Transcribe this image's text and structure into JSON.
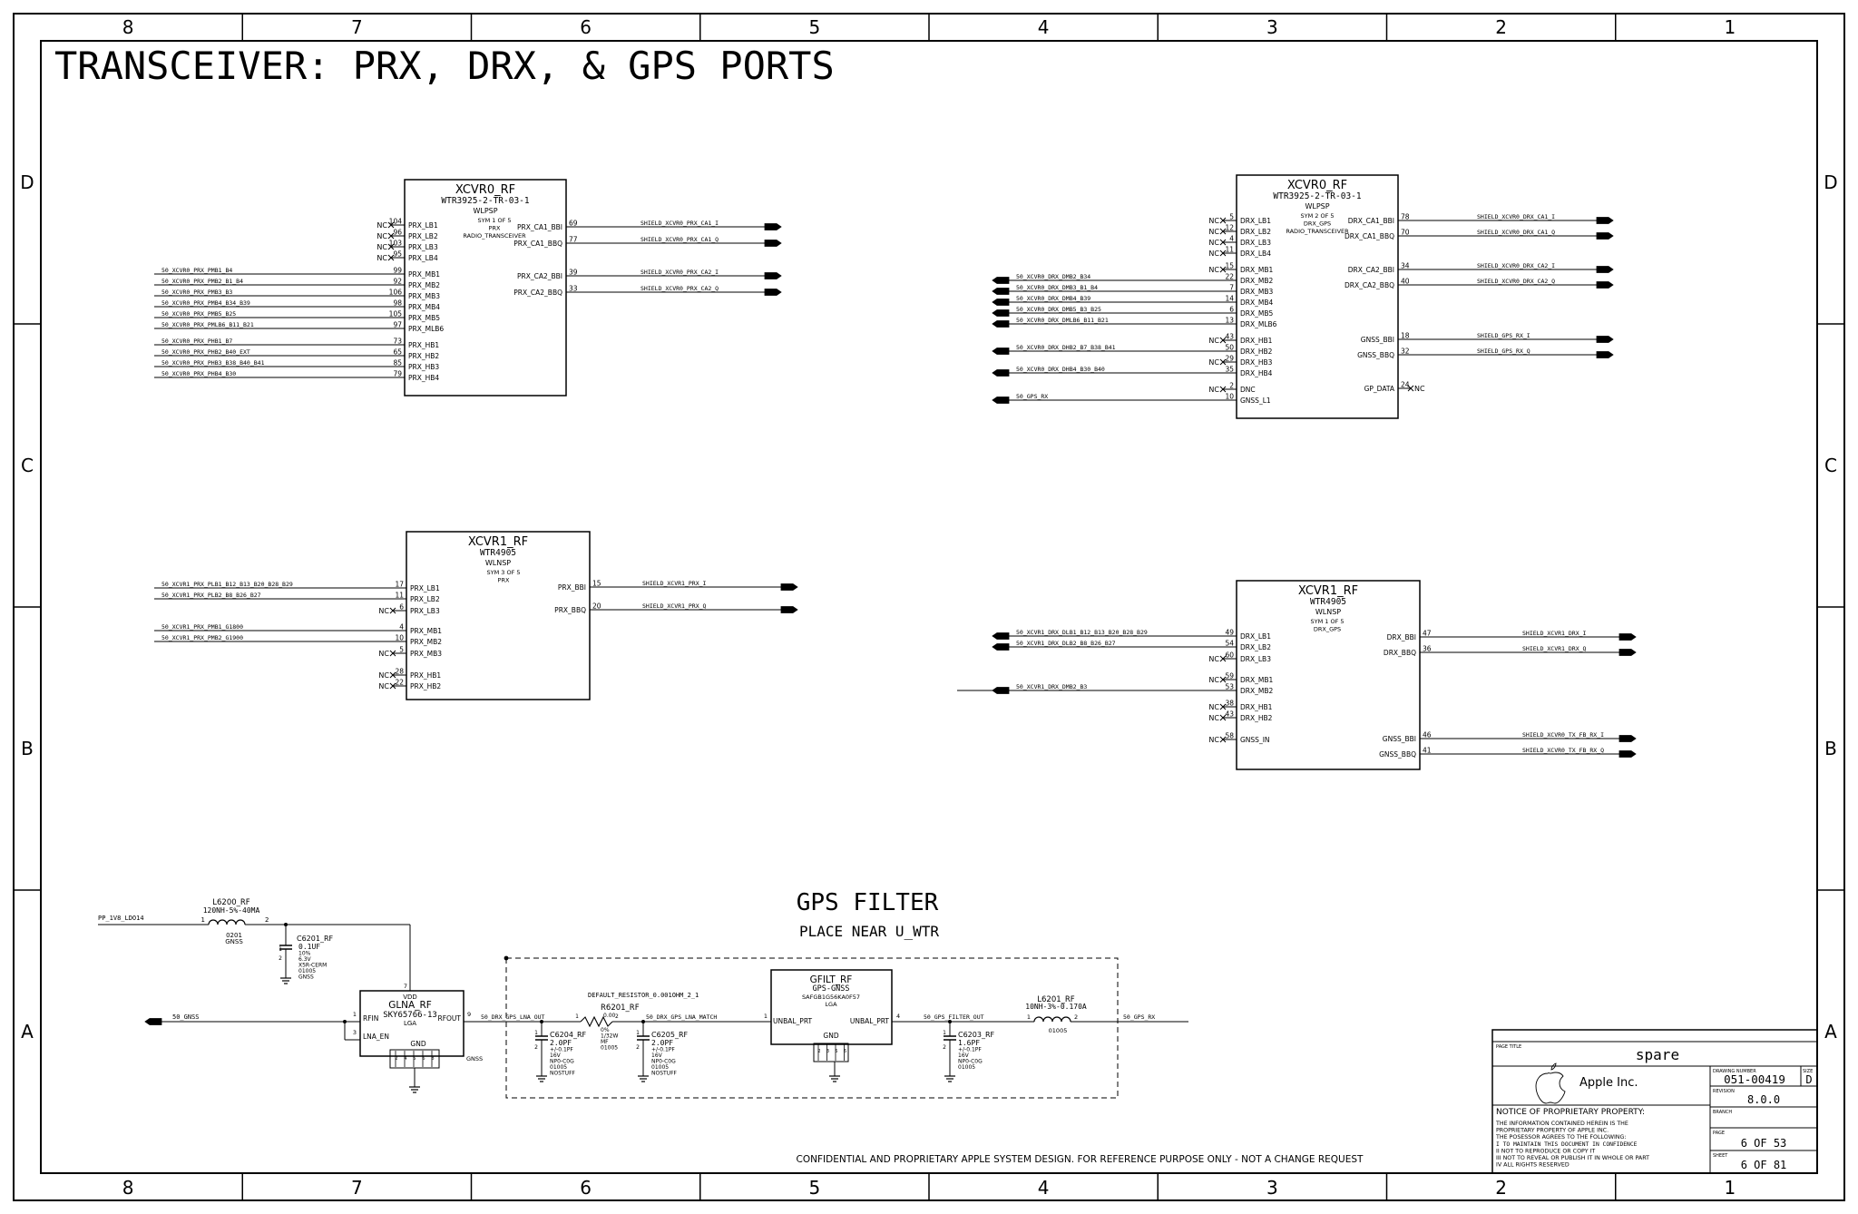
{
  "frame": {
    "col_labels": [
      "8",
      "7",
      "6",
      "5",
      "4",
      "3",
      "2",
      "1"
    ],
    "row_labels": [
      "D",
      "C",
      "B",
      "A"
    ]
  },
  "sheet_title": "TRANSCEIVER: PRX, DRX, & GPS PORTS",
  "confidential": "CONFIDENTIAL AND PROPRIETARY APPLE SYSTEM DESIGN. FOR REFERENCE PURPOSE ONLY - NOT A CHANGE REQUEST",
  "nc": "NC",
  "xnc": "XNC",
  "blocks": {
    "xcvr0_prx": {
      "refdes": "XCVR0_RF",
      "part": "WTR3925-2-TR-03-1",
      "package": "WLPSP",
      "notes": [
        "SYM 1 OF 5",
        "PRX",
        "RADIO_TRANSCEIVER"
      ],
      "left_pins": [
        {
          "num": "104",
          "name": "PRX_LB1",
          "nc": true
        },
        {
          "num": "96",
          "name": "PRX_LB2",
          "nc": true
        },
        {
          "num": "103",
          "name": "PRX_LB3",
          "nc": true
        },
        {
          "num": "95",
          "name": "PRX_LB4",
          "nc": true
        },
        {
          "num": "99",
          "name": "PRX_MB1",
          "net": "50_XCVR0_PRX_PMB1_B4"
        },
        {
          "num": "92",
          "name": "PRX_MB2",
          "net": "50_XCVR0_PRX_PMB2_B1_B4"
        },
        {
          "num": "106",
          "name": "PRX_MB3",
          "net": "50_XCVR0_PRX_PMB3_B3"
        },
        {
          "num": "98",
          "name": "PRX_MB4",
          "net": "50_XCVR0_PRX_PMB4_B34_B39"
        },
        {
          "num": "105",
          "name": "PRX_MB5",
          "net": "50_XCVR0_PRX_PMB5_B25"
        },
        {
          "num": "97",
          "name": "PRX_MLB6",
          "net": "50_XCVR0_PRX_PMLB6_B11_B21"
        },
        {
          "num": "73",
          "name": "PRX_HB1",
          "net": "50_XCVR0_PRX_PHB1_B7"
        },
        {
          "num": "65",
          "name": "PRX_HB2",
          "net": "50_XCVR0_PRX_PHB2_B40_EXT"
        },
        {
          "num": "85",
          "name": "PRX_HB3",
          "net": "50_XCVR0_PRX_PHB3_B38_B40_B41"
        },
        {
          "num": "79",
          "name": "PRX_HB4",
          "net": "50_XCVR0_PRX_PHB4_B30"
        }
      ],
      "right_pins": [
        {
          "num": "69",
          "name": "PRX_CA1_BBI",
          "net": "SHIELD_XCVR0_PRX_CA1_I"
        },
        {
          "num": "77",
          "name": "PRX_CA1_BBQ",
          "net": "SHIELD_XCVR0_PRX_CA1_Q"
        },
        {
          "num": "39",
          "name": "PRX_CA2_BBI",
          "net": "SHIELD_XCVR0_PRX_CA2_I"
        },
        {
          "num": "33",
          "name": "PRX_CA2_BBQ",
          "net": "SHIELD_XCVR0_PRX_CA2_Q"
        }
      ]
    },
    "xcvr0_drx": {
      "refdes": "XCVR0_RF",
      "part": "WTR3925-2-TR-03-1",
      "package": "WLPSP",
      "notes": [
        "SYM 2 OF 5",
        "DRX_GPS",
        "RADIO_TRANSCEIVER"
      ],
      "left_pins": [
        {
          "num": "5",
          "name": "DRX_LB1",
          "nc": true
        },
        {
          "num": "12",
          "name": "DRX_LB2",
          "nc": true
        },
        {
          "num": "4",
          "name": "DRX_LB3",
          "nc": true
        },
        {
          "num": "11",
          "name": "DRX_LB4",
          "nc": true
        },
        {
          "num": "15",
          "name": "DRX_MB1",
          "nc": true
        },
        {
          "num": "22",
          "name": "DRX_MB2",
          "net": "50_XCVR0_DRX_DMB2_B34"
        },
        {
          "num": "7",
          "name": "DRX_MB3",
          "net": "50_XCVR0_DRX_DMB3_B1_B4"
        },
        {
          "num": "14",
          "name": "DRX_MB4",
          "net": "50_XCVR0_DRX_DMB4_B39"
        },
        {
          "num": "6",
          "name": "DRX_MB5",
          "net": "50_XCVR0_DRX_DMB5_B3_B25"
        },
        {
          "num": "13",
          "name": "DRX_MLB6",
          "net": "50_XCVR0_DRX_DMLB6_B11_B21"
        },
        {
          "num": "43",
          "name": "DRX_HB1",
          "nc": true
        },
        {
          "num": "50",
          "name": "DRX_HB2",
          "net": "50_XCVR0_DRX_DHB2_B7_B38_B41"
        },
        {
          "num": "29",
          "name": "DRX_HB3",
          "nc": true
        },
        {
          "num": "35",
          "name": "DRX_HB4",
          "net": "50_XCVR0_DRX_DHB4_B30_B40"
        },
        {
          "num": "2",
          "name": "DNC",
          "nc": true
        },
        {
          "num": "10",
          "name": "GNSS_L1",
          "net": "50_GPS_RX"
        }
      ],
      "right_pins": [
        {
          "num": "78",
          "name": "DRX_CA1_BBI",
          "net": "SHIELD_XCVR0_DRX_CA1_I"
        },
        {
          "num": "70",
          "name": "DRX_CA1_BBQ",
          "net": "SHIELD_XCVR0_DRX_CA1_Q"
        },
        {
          "num": "34",
          "name": "DRX_CA2_BBI",
          "net": "SHIELD_XCVR0_DRX_CA2_I"
        },
        {
          "num": "40",
          "name": "DRX_CA2_BBQ",
          "net": "SHIELD_XCVR0_DRX_CA2_Q"
        },
        {
          "num": "18",
          "name": "GNSS_BBI",
          "net": "SHIELD_GPS_RX_I"
        },
        {
          "num": "32",
          "name": "GNSS_BBQ",
          "net": "SHIELD_GPS_RX_Q"
        },
        {
          "num": "24",
          "name": "GP_DATA",
          "xnc": true
        }
      ]
    },
    "xcvr1_prx": {
      "refdes": "XCVR1_RF",
      "part": "WTR4905",
      "package": "WLNSP",
      "notes": [
        "SYM 3 OF 5",
        "PRX"
      ],
      "left_pins": [
        {
          "num": "17",
          "name": "PRX_LB1",
          "net": "50_XCVR1_PRX_PLB1_B12_B13_B20_B28_B29"
        },
        {
          "num": "11",
          "name": "PRX_LB2",
          "net": "50_XCVR1_PRX_PLB2_B8_B26_B27"
        },
        {
          "num": "6",
          "name": "PRX_LB3",
          "nc": true
        },
        {
          "num": "4",
          "name": "PRX_MB1",
          "net": "50_XCVR1_PRX_PMB1_G1800"
        },
        {
          "num": "10",
          "name": "PRX_MB2",
          "net": "50_XCVR1_PRX_PMB2_G1900"
        },
        {
          "num": "5",
          "name": "PRX_MB3",
          "nc": true
        },
        {
          "num": "28",
          "name": "PRX_HB1",
          "nc": true
        },
        {
          "num": "22",
          "name": "PRX_HB2",
          "nc": true
        }
      ],
      "right_pins": [
        {
          "num": "15",
          "name": "PRX_BBI",
          "net": "SHIELD_XCVR1_PRX_I"
        },
        {
          "num": "20",
          "name": "PRX_BBQ",
          "net": "SHIELD_XCVR1_PRX_Q"
        }
      ]
    },
    "xcvr1_drx": {
      "refdes": "XCVR1_RF",
      "part": "WTR4905",
      "package": "WLNSP",
      "notes": [
        "SYM 1 OF 5",
        "DRX_GPS"
      ],
      "left_pins": [
        {
          "num": "49",
          "name": "DRX_LB1",
          "net": "50_XCVR1_DRX_DLB1_B12_B13_B20_B28_B29"
        },
        {
          "num": "54",
          "name": "DRX_LB2",
          "net": "50_XCVR1_DRX_DLB2_B8_B26_B27"
        },
        {
          "num": "60",
          "name": "DRX_LB3",
          "nc": true
        },
        {
          "num": "59",
          "name": "DRX_MB1",
          "nc": true
        },
        {
          "num": "53",
          "name": "DRX_MB2",
          "net": "50_XCVR1_DRX_DMB2_B3"
        },
        {
          "num": "38",
          "name": "DRX_HB1",
          "nc": true
        },
        {
          "num": "43",
          "name": "DRX_HB2",
          "nc": true
        },
        {
          "num": "58",
          "name": "GNSS_IN",
          "nc": true
        }
      ],
      "right_pins": [
        {
          "num": "47",
          "name": "DRX_BBI",
          "net": "SHIELD_XCVR1_DRX_I"
        },
        {
          "num": "36",
          "name": "DRX_BBQ",
          "net": "SHIELD_XCVR1_DRX_Q"
        },
        {
          "num": "46",
          "name": "GNSS_BBI",
          "net": "SHIELD_XCVR0_TX_FB_RX_I"
        },
        {
          "num": "41",
          "name": "GNSS_BBQ",
          "net": "SHIELD_XCVR0_TX_FB_RX_Q"
        }
      ]
    }
  },
  "gps": {
    "title": "GPS FILTER",
    "subtitle": "PLACE NEAR U_WTR",
    "pp_net": "PP_1V8_LDO14",
    "in_net": "50_GNSS",
    "l6200": {
      "ref": "L6200_RF",
      "val": "120NH-5%-40MA",
      "pkg": "0201",
      "grp": "GNSS",
      "p1": "1",
      "p2": "2"
    },
    "c6201": {
      "ref": "C6201_RF",
      "lines": [
        "0.1UF",
        "10%",
        "6.3V",
        "X5R-CERM",
        "01005",
        "GNSS"
      ],
      "p1": "1",
      "p2": "2"
    },
    "glna": {
      "ref": "GLNA_RF",
      "part": "SKY65766-13",
      "pkg": "LGA",
      "vdd": "VDD",
      "rfin": "RFIN",
      "lna_en": "LNA_EN",
      "rfout": "RFOUT",
      "gnd": "GND",
      "grp": "GNSS",
      "pin_vdd": "7",
      "pin_rfin": "1",
      "pin_en": "3",
      "pin_out": "9",
      "gnd_pins": [
        "2",
        "4",
        "5",
        "6",
        "8"
      ]
    },
    "net_lna_out": "50_DRX_GPS_LNA_OUT",
    "default_res": "DEFAULT_RESISTOR_0.001OHM_2_1",
    "r6201": {
      "ref": "R6201_RF",
      "lines": [
        "0.00",
        "0%",
        "1/32W",
        "MF",
        "01005"
      ],
      "p1": "1",
      "p2": "2"
    },
    "net_match": "50_DRX_GPS_LNA_MATCH",
    "c6204": {
      "ref": "C6204_RF",
      "lines": [
        "2.0PF",
        "+/-0.1PF",
        "16V",
        "NP0-C0G",
        "01005",
        "NOSTUFF"
      ],
      "p1": "1",
      "p2": "2"
    },
    "c6205": {
      "ref": "C6205_RF",
      "lines": [
        "2.0PF",
        "+/-0.1PF",
        "16V",
        "NP0-C0G",
        "01005",
        "NOSTUFF"
      ],
      "p1": "1",
      "p2": "2"
    },
    "gfilt": {
      "ref": "GFILT_RF",
      "part": "GPS-GNSS",
      "pn": "SAFGB1G56KA0F57",
      "pkg": "LGA",
      "unbal_in": "UNBAL_PRT",
      "unbal_out": "UNBAL_PRT",
      "gnd": "GND",
      "pin_in": "1",
      "pin_out": "4",
      "gnd_pins": [
        "2",
        "3",
        "5",
        "6"
      ]
    },
    "net_filter_out": "50_GPS_FILTER_OUT",
    "c6203": {
      "ref": "C6203_RF",
      "lines": [
        "1.6PF",
        "+/-0.1PF",
        "16V",
        "NP0-C0G",
        "01005"
      ],
      "p1": "1",
      "p2": "2"
    },
    "l6201": {
      "ref": "L6201_RF",
      "val": "10NH-3%-0.170A",
      "pkg": "01005",
      "p1": "1",
      "p2": "2"
    },
    "out_net": "50_GPS_RX"
  },
  "title_block": {
    "page_title_label": "PAGE TITLE",
    "page_title": "spare",
    "company": "Apple Inc.",
    "drawing_number_label": "DRAWING NUMBER",
    "drawing_number": "051-00419",
    "size_label": "SIZE",
    "size": "D",
    "revision_label": "REVISION",
    "revision": "8.0.0",
    "branch_label": "BRANCH",
    "branch": "",
    "page_label": "PAGE",
    "page": "6 OF 53",
    "sheet_label": "SHEET",
    "sheet": "6 OF 81",
    "notice_title": "NOTICE OF PROPRIETARY PROPERTY:",
    "notice_lines": [
      "THE INFORMATION CONTAINED HEREIN IS THE",
      "PROPRIETARY PROPERTY OF APPLE INC.",
      "THE POSESSOR AGREES TO THE FOLLOWING:",
      "I TO MAINTAIN THIS DOCUMENT IN CONFIDENCE",
      "II NOT TO REPRODUCE OR COPY IT",
      "III NOT TO REVEAL OR PUBLISH IT IN WHOLE OR PART",
      "IV ALL RIGHTS RESERVED"
    ]
  }
}
